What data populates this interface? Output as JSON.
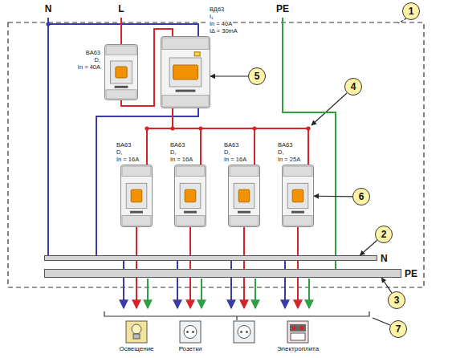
{
  "diagram": {
    "nodes": [
      {
        "text": [
          "1"
        ]
      },
      {
        "text": [
          "BA63",
          "D,",
          "In = 40A"
        ]
      },
      {
        "text": [
          "ВД63",
          "I₁",
          "In = 40A",
          "IΔ = 30mA"
        ]
      },
      {
        "text": [
          "5"
        ]
      },
      {
        "text": [
          "4"
        ]
      },
      {
        "text": [
          "BA63",
          "D,",
          "In = 16A"
        ]
      },
      {
        "text": [
          "BA63",
          "D,",
          "In = 16A"
        ]
      },
      {
        "text": [
          "BA63",
          "D,",
          "In = 16A"
        ]
      },
      {
        "text": [
          "BA63",
          "D,",
          "In = 25A"
        ]
      },
      {
        "text": [
          "6"
        ]
      },
      {
        "text": [
          "2"
        ]
      },
      {
        "text": [
          "N"
        ]
      },
      {
        "text": [
          "PE"
        ]
      },
      {
        "text": [
          "3"
        ]
      },
      {
        "text": [
          "7"
        ]
      }
    ],
    "edges": [
      {
        "from": 3,
        "to": 2,
        "arrow": "to"
      },
      {
        "from": 9,
        "to": 8,
        "arrow": "to"
      },
      {
        "from": 10,
        "to": 11,
        "arrow": "to"
      },
      {
        "from": 13,
        "to": 12,
        "arrow": "to"
      }
    ],
    "labels": [
      "N",
      "L",
      "PE",
      "Освещение",
      "Розетки",
      "Электроплита"
    ]
  }
}
